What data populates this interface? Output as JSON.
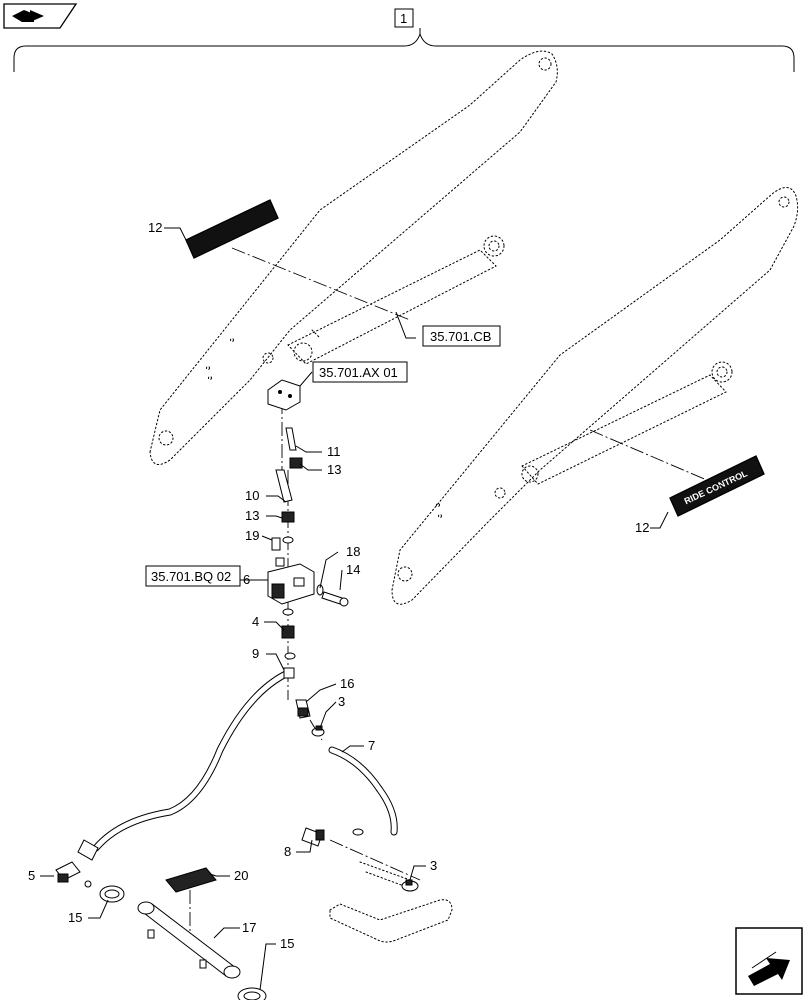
{
  "header": {
    "assembly_number": "1"
  },
  "nav": {
    "prev_icon": "book-arrow-icon",
    "next_icon": "next-page-arrow-icon"
  },
  "refs": {
    "cb": "35.701.CB",
    "ax": "35.701.AX 01",
    "bq": "35.701.BQ 02"
  },
  "decal_text": "RIDE CONTROL",
  "callouts": {
    "c1": "1",
    "c3a": "3",
    "c3b": "3",
    "c4": "4",
    "c5": "5",
    "c6": "6",
    "c7": "7",
    "c8": "8",
    "c9": "9",
    "c10": "10",
    "c11": "11",
    "c12a": "12",
    "c12b": "12",
    "c13a": "13",
    "c13b": "13",
    "c14": "14",
    "c15a": "15",
    "c15b": "15",
    "c16": "16",
    "c17": "17",
    "c18": "18",
    "c19": "19",
    "c20": "20"
  }
}
